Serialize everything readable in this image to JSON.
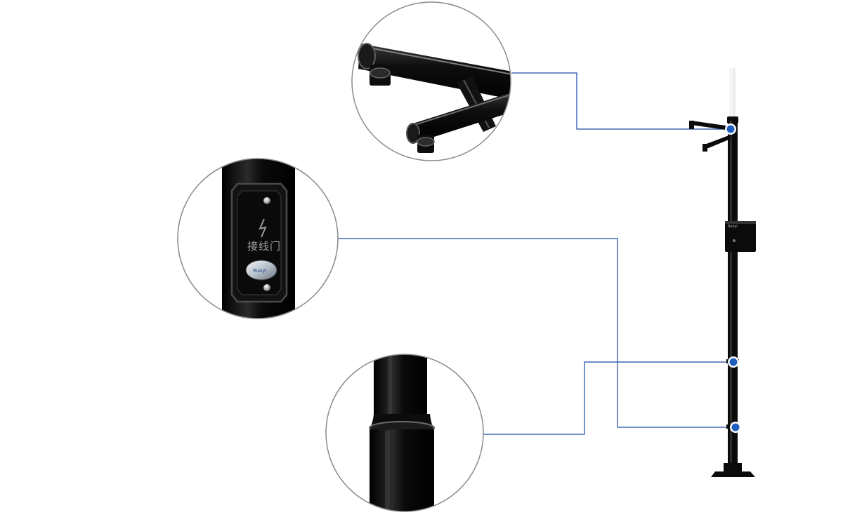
{
  "product": {
    "pole_color": "#0b0b0b",
    "antenna_color": "#ececec",
    "marker_color": "#1f5fbf",
    "leader_color": "#1a4aa8",
    "circle_border_color": "#8a8a8a",
    "cabinet_nameplate": "Ruoyi"
  },
  "callouts": [
    {
      "id": "arm-bracket",
      "subject": "camera-arm-bracket"
    },
    {
      "id": "access-door",
      "subject": "wiring-access-door",
      "door_label": "接线门",
      "plate_text": "Ruoyi"
    },
    {
      "id": "pole-joint",
      "subject": "pole-sleeve-joint"
    }
  ],
  "icons": {
    "door_symbol": "lightning-icon"
  }
}
